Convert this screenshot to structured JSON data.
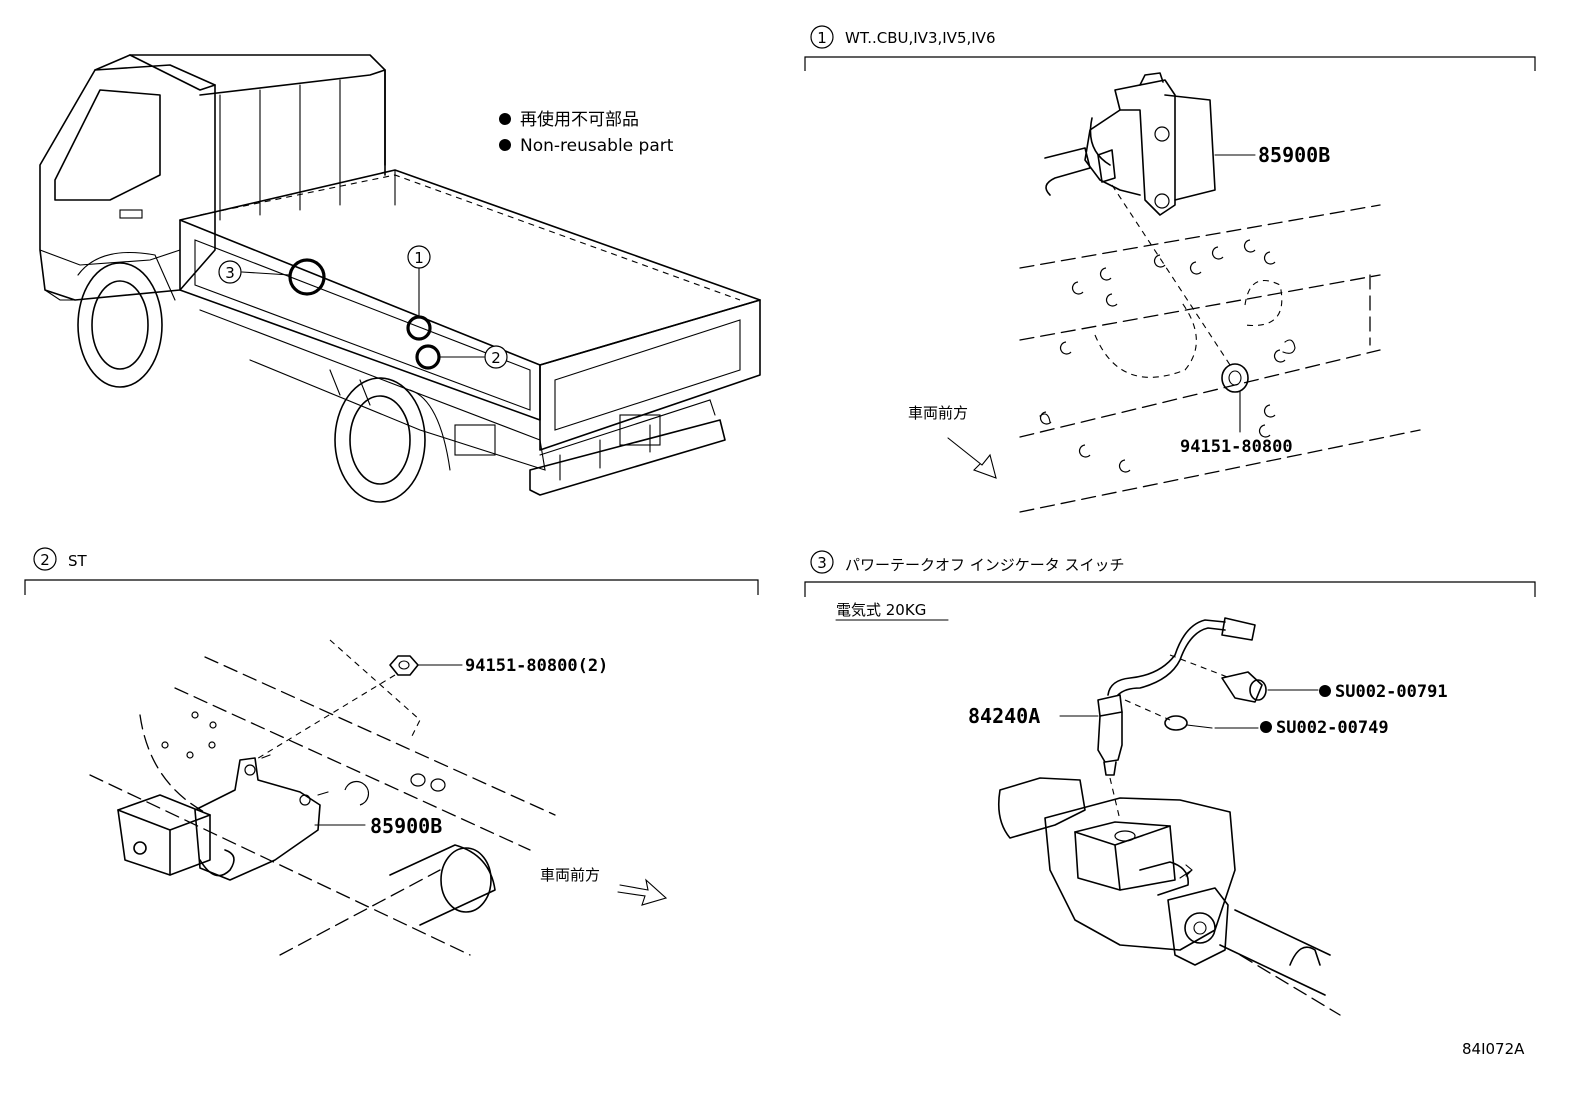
{
  "legend": {
    "items": [
      {
        "label": "再使用不可部品"
      },
      {
        "label": "Non-reusable part"
      }
    ]
  },
  "callouts": [
    "1",
    "2",
    "3"
  ],
  "sections": [
    {
      "number": "1",
      "title": "WT..CBU,IV3,IV5,IV6",
      "parts": [
        "85900B",
        "94151-80800"
      ],
      "direction_label": "車両前方"
    },
    {
      "number": "2",
      "title": "ST",
      "parts": [
        "94151-80800(2)",
        "85900B"
      ],
      "direction_label": "車両前方"
    },
    {
      "number": "3",
      "title": "パワーテークオフ インジケータ スイッチ",
      "subtitle": "電気式 20KG",
      "parts": [
        "84240A",
        "SU002-00791",
        "SU002-00749"
      ]
    }
  ],
  "figure_code": "84I072A"
}
